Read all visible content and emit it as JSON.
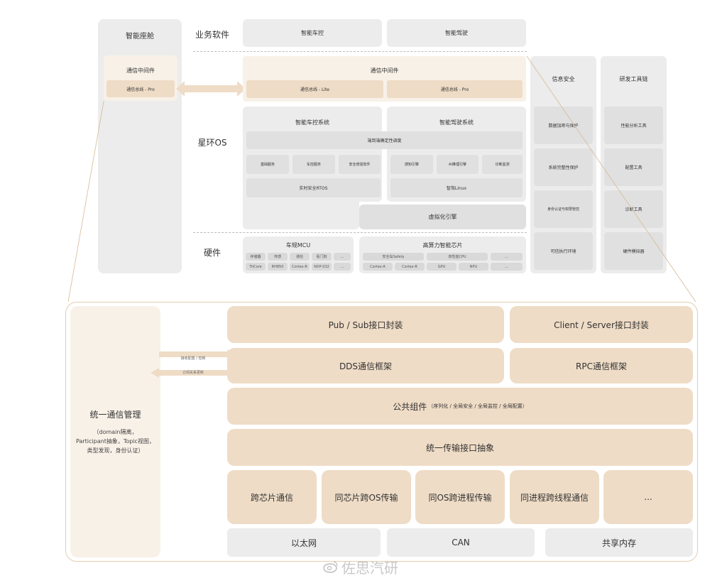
{
  "top": {
    "left_panel": {
      "title": "智能座舱",
      "middleware_title": "通信中间件",
      "middleware_bus": "通信总线 - Pro"
    },
    "business_label": "业务软件",
    "business": [
      "智能车控",
      "智能驾驶"
    ],
    "middleware": {
      "title": "通信中间件",
      "items": [
        "通信总线 - Lite",
        "通信总线 - Pro"
      ]
    },
    "os_label": "星环OS",
    "vehicle_control": {
      "title": "智能车控系统",
      "services": [
        "基础服务",
        "车控服务",
        "安全增强软件"
      ],
      "rtos": "实时安全RTOS"
    },
    "adas": {
      "title": "智能驾驶系统",
      "services": [
        "感知引擎",
        "AI推理引擎",
        "诊断监测"
      ],
      "linux": "智驾Linux"
    },
    "scheduler": "端到端确定性调度",
    "virtualization": "虚拟化引擎",
    "hw_label": "硬件",
    "mcu": {
      "title": "车规MCU",
      "row1": [
        "存储器",
        "传感",
        "通信",
        "看门狗",
        "..."
      ],
      "row2": [
        "TriCore",
        "RH850",
        "Cortex-R",
        "NXP-S32",
        "..."
      ]
    },
    "soc": {
      "title": "高算力智能芯片",
      "row1": [
        "安全岛Safety",
        "高性能CPU",
        "..."
      ],
      "row2": [
        "Cortex-A",
        "Cortex-R",
        "GPU",
        "NPU",
        "..."
      ]
    },
    "security": {
      "title": "信息安全",
      "items": [
        "数据加密与保护",
        "系统完整性保护",
        "身份认证与权限管控",
        "可信执行环境"
      ]
    },
    "devtools": {
      "title": "研发工具链",
      "items": [
        "性能分析工具",
        "配置工具",
        "诊断工具",
        "硬件模拟器"
      ]
    }
  },
  "bottom": {
    "mgmt": {
      "title": "统一通信管理",
      "desc": [
        "（domain隔离，",
        "Participant抽象，Topic视图，",
        "类型发现，身份认证）"
      ]
    },
    "arrows": [
      "接收配置 / 控制",
      "订阅关系更新"
    ],
    "pubsub": "Pub / Sub接口封装",
    "clientserver": "Client / Server接口封装",
    "dds": "DDS通信框架",
    "rpc": "RPC通信框架",
    "common": "公共组件",
    "common_detail": "（序列化 / 全局安全 / 全局监控 / 全局配置）",
    "transport": "统一传输接口抽象",
    "channels": [
      "跨芯片通信",
      "同芯片跨OS传输",
      "同OS跨进程传输",
      "同进程跨线程通信",
      "..."
    ],
    "physical": [
      "以太网",
      "CAN",
      "共享内存"
    ]
  },
  "watermark": "佐思汽研"
}
